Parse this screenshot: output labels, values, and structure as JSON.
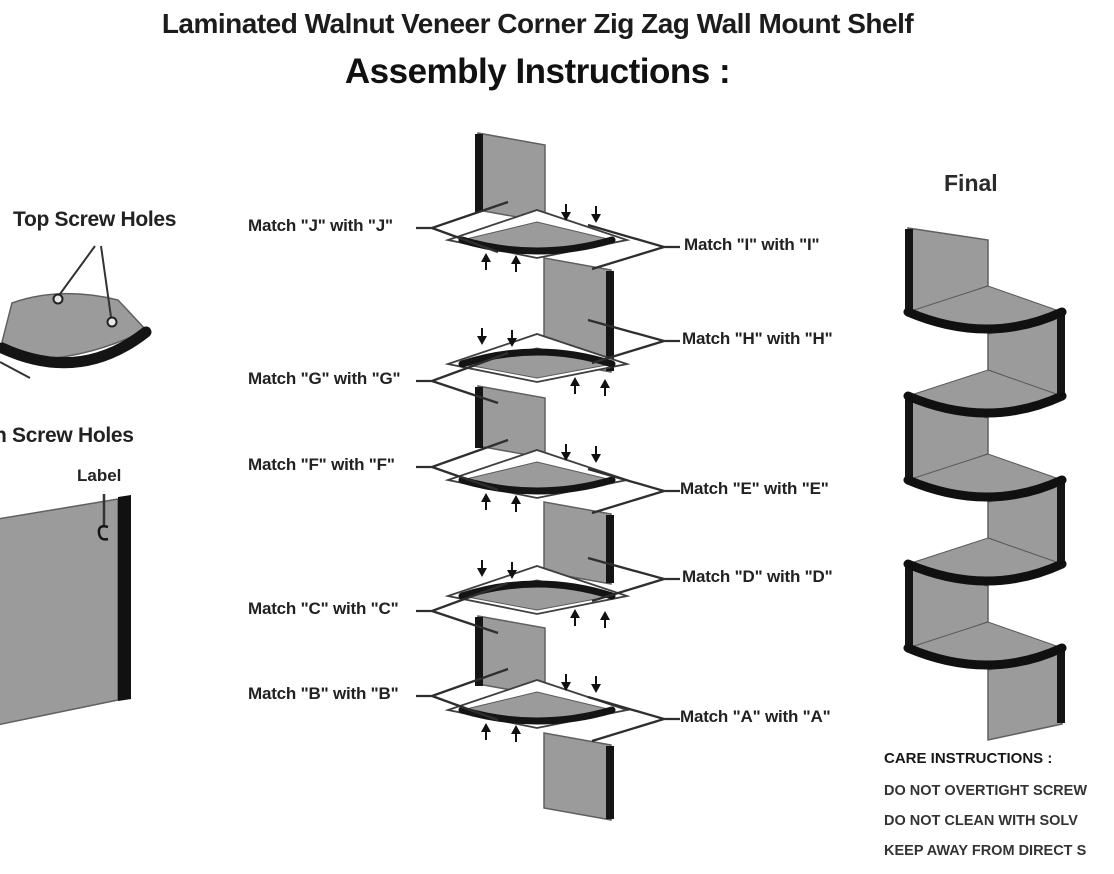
{
  "title": "Laminated Walnut Veneer Corner Zig Zag Wall Mount Shelf",
  "subtitle": "Assembly Instructions :",
  "legend": {
    "top_screw_holes": "Top Screw Holes",
    "bottom_screw_holes": "n Screw Holes",
    "label_tag": "Label"
  },
  "assembly": {
    "left_labels": [
      {
        "text": "Match \"J\" with \"J\""
      },
      {
        "text": "Match \"G\" with \"G\""
      },
      {
        "text": "Match \"F\" with \"F\""
      },
      {
        "text": "Match \"C\" with \"C\""
      },
      {
        "text": "Match \"B\" with \"B\""
      }
    ],
    "right_labels": [
      {
        "text": "Match \"I\" with \"I\""
      },
      {
        "text": "Match \"H\" with \"H\""
      },
      {
        "text": "Match \"E\" with \"E\""
      },
      {
        "text": "Match \"D\" with \"D\""
      },
      {
        "text": "Match \"A\" with \"A\""
      }
    ]
  },
  "final_label": "Final",
  "care": {
    "heading": "CARE INSTRUCTIONS :",
    "line1": "DO NOT OVERTIGHT SCREW",
    "line2": "DO NOT CLEAN WITH SOLV",
    "line3": "KEEP AWAY FROM DIRECT S"
  },
  "colors": {
    "panel_gray": "#9b9b9b",
    "edge_black": "#141414",
    "text": "#1f1f1f",
    "background": "#ffffff"
  }
}
